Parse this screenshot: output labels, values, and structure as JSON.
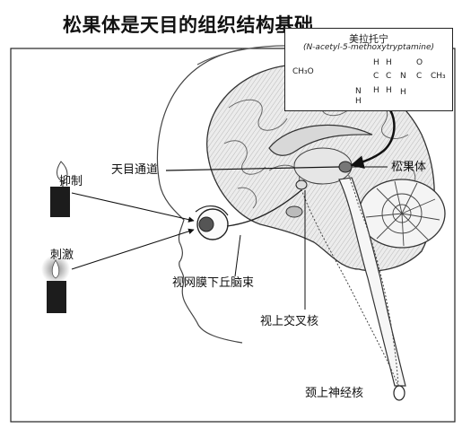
{
  "title": "松果体是天目的组织结构基础",
  "inset": {
    "name_cn": "美拉托宁",
    "name_en": "(N-acetyl-5-methoxytryptamine)",
    "atoms": {
      "methoxy": "CH₃O",
      "nh": "N",
      "h1": "H",
      "h2": "H",
      "h3": "H",
      "h4": "H",
      "h5": "H",
      "c1": "C",
      "c2": "C",
      "n": "N",
      "c3": "C",
      "ch3": "CH₃",
      "o": "O",
      "h_ring": "H"
    }
  },
  "labels": {
    "inhibit": "抑制",
    "stimulate": "刺激",
    "third_eye_channel": "天目通道",
    "pineal": "松果体",
    "retinohypothalamic": "视网膜下丘脑束",
    "suprachiasmatic": "视上交叉核",
    "superior_cervical": "颈上神经核"
  }
}
